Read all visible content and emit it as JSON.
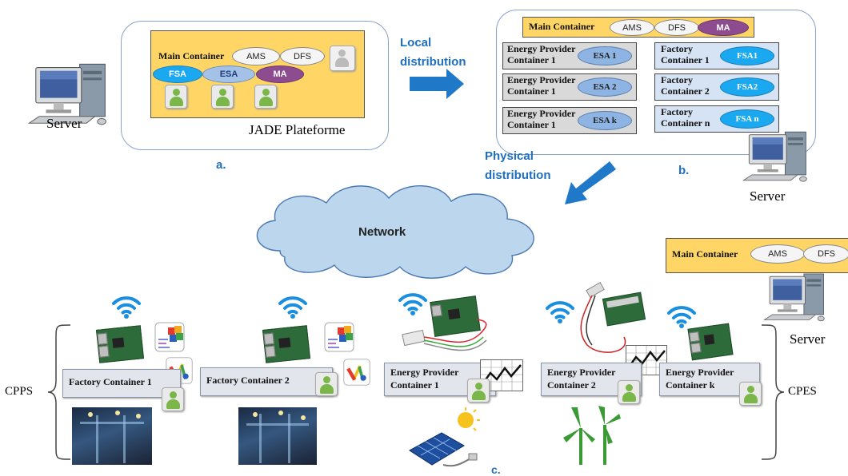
{
  "panel_a": {
    "main_container": "Main Container",
    "ams": "AMS",
    "dfs": "DFS",
    "fsa": "FSA",
    "esa": "ESA",
    "ma": "MA",
    "platform": "JADE Plateforme",
    "caption": "a."
  },
  "server_left": "Server",
  "local_distribution": "Local\ndistribution",
  "panel_b": {
    "main_container": "Main Container",
    "ams": "AMS",
    "dfs": "DFS",
    "ma": "MA",
    "energy_rows": [
      {
        "line1": "Energy Provider",
        "line2": "Container  1",
        "agent": "ESA 1"
      },
      {
        "line1": "Energy Provider",
        "line2": "Container  1",
        "agent": "ESA  2"
      },
      {
        "line1": "Energy Provider",
        "line2": "Container  1",
        "agent": "ESA  k"
      }
    ],
    "factory_rows": [
      {
        "line1": "Factory",
        "line2": "Container 1",
        "agent": "FSA1"
      },
      {
        "line1": "Factory",
        "line2": "Container 2",
        "agent": "FSA2"
      },
      {
        "line1": "Factory",
        "line2": "Container n",
        "agent": "FSA n"
      }
    ],
    "caption": "b."
  },
  "server_right": "Server",
  "physical_distribution": "Physical\ndistribution",
  "network": "Network",
  "panel_c": {
    "main_container": "Main Container",
    "ams": "AMS",
    "dfs": "DFS",
    "server": "Server",
    "cpps": "CPPS",
    "cpes": "CPES",
    "factory1": "Factory Container 1",
    "factory2": "Factory Container 2",
    "ep1_line1": "Energy Provider",
    "ep1_line2": "Container  1",
    "ep2_line1": "Energy Provider",
    "ep2_line2": "Container  2",
    "epk_line1": "Energy Provider",
    "epk_line2": "Container  k",
    "caption": "c."
  },
  "colors": {
    "accent_blue": "#1f6fbf",
    "main_container_yellow": "#ffd666",
    "cloud_blue": "#bcd6ee",
    "ma_purple": "#8d4c8f",
    "fsa_cyan": "#1aa8f0"
  }
}
